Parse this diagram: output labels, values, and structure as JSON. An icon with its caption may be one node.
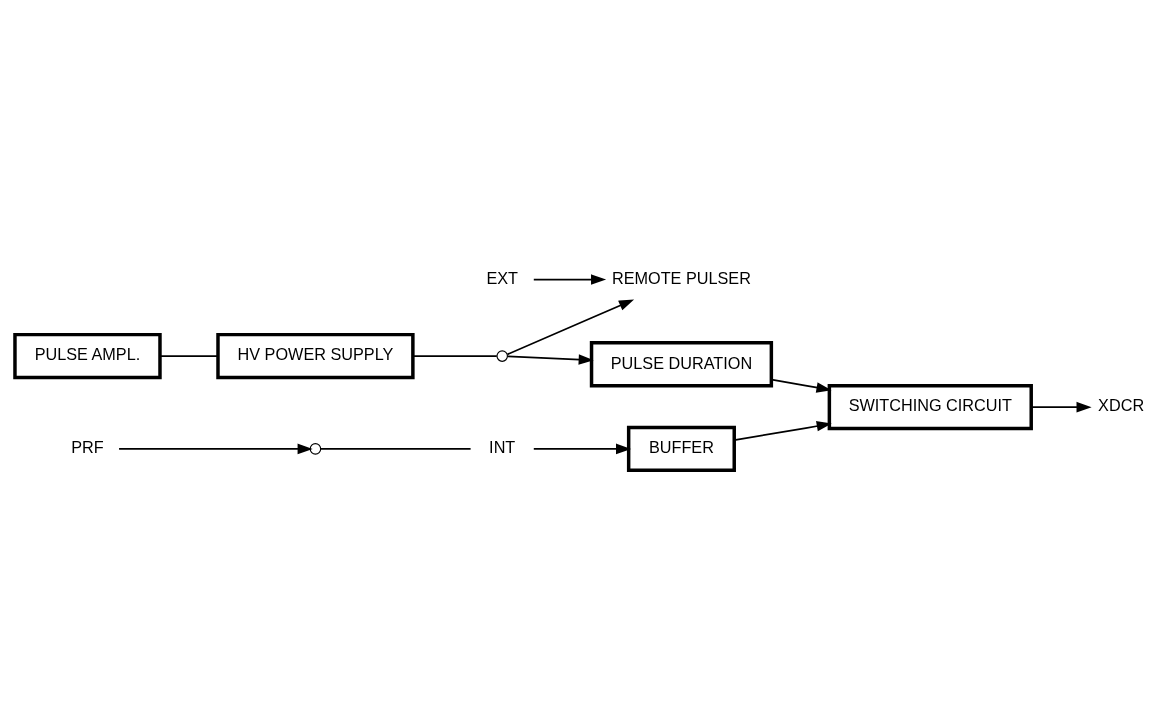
{
  "diagram": {
    "nodes": [
      {
        "text": [
          "BUFFER"
        ]
      },
      {
        "text": [
          "SWITCHING CIRCUIT"
        ]
      },
      {
        "text": [
          "PULSE DURATION"
        ]
      },
      {
        "text": [
          "PULSE AMPL."
        ]
      },
      {
        "text": [
          "HV POWER SUPPLY"
        ]
      },
      {
        "text": [
          "EXT"
        ]
      },
      {
        "text": [
          "INT"
        ]
      },
      {
        "text": [
          "PRF"
        ]
      },
      {
        "text": [],
        "shape": "circle"
      },
      {
        "text": [
          "REMOTE PULSER"
        ]
      },
      {
        "text": [
          "XDCR"
        ]
      },
      {
        "text": [],
        "shape": "circle"
      }
    ],
    "edges": [
      {
        "from": 7,
        "to": 8,
        "arrow": "to"
      },
      {
        "from": 8,
        "to": 6,
        "arrow": "none"
      },
      {
        "from": 6,
        "to": 0,
        "arrow": "to"
      },
      {
        "from": 5,
        "to": 9,
        "arrow": "to"
      },
      {
        "from": 0,
        "to": 1,
        "arrow": "to"
      },
      {
        "from": 1,
        "to": 10,
        "arrow": "to"
      },
      {
        "from": 2,
        "to": 1,
        "arrow": "to"
      },
      {
        "from": 4,
        "to": 11,
        "arrow": "none"
      },
      {
        "from": 11,
        "to": 2,
        "arrow": "to"
      },
      {
        "from": 11,
        "to": 9,
        "arrow": "to"
      },
      {
        "from": 3,
        "to": 4,
        "arrow": "none"
      }
    ]
  }
}
